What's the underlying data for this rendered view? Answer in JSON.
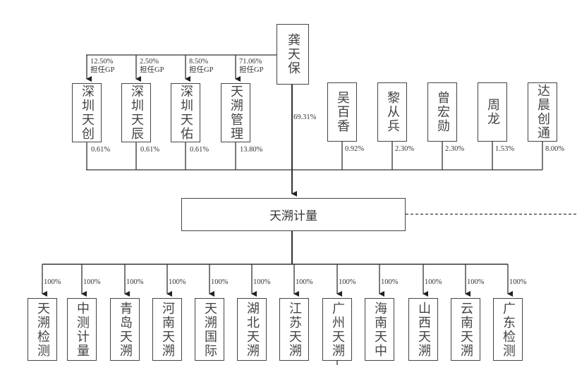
{
  "top_shareholder": {
    "name": "龚天保",
    "stake_in_company": "69.31%"
  },
  "partnerships": [
    {
      "name": "深圳天创",
      "gp_stake": "12.50%",
      "gp_label": "担任GP",
      "stake": "0.61%"
    },
    {
      "name": "深圳天辰",
      "gp_stake": "2.50%",
      "gp_label": "担任GP",
      "stake": "0.61%"
    },
    {
      "name": "深圳天佑",
      "gp_stake": "8.50%",
      "gp_label": "担任GP",
      "stake": "0.61%"
    },
    {
      "name": "天溯管理",
      "gp_stake": "71.06%",
      "gp_label": "担任GP",
      "stake": "13.80%"
    }
  ],
  "other_shareholders": [
    {
      "name": "吴百香",
      "stake": "0.92%"
    },
    {
      "name": "黎从兵",
      "stake": "2.30%"
    },
    {
      "name": "曾宏勋",
      "stake": "2.30%"
    },
    {
      "name": "周龙",
      "stake": "1.53%"
    },
    {
      "name": "达晨创通",
      "stake": "8.00%"
    }
  ],
  "company": {
    "name": "天溯计量"
  },
  "subsidiaries": [
    {
      "name": "天溯检测",
      "stake": "100%"
    },
    {
      "name": "中测计量",
      "stake": "100%"
    },
    {
      "name": "青岛天溯",
      "stake": "100%"
    },
    {
      "name": "河南天溯",
      "stake": "100%"
    },
    {
      "name": "天溯国际",
      "stake": "100%"
    },
    {
      "name": "湖北天溯",
      "stake": "100%"
    },
    {
      "name": "江苏天溯",
      "stake": "100%"
    },
    {
      "name": "广州天溯",
      "stake": "100%"
    },
    {
      "name": "海南天中",
      "stake": "100%"
    },
    {
      "name": "山西天溯",
      "stake": "100%"
    },
    {
      "name": "云南天溯",
      "stake": "100%"
    },
    {
      "name": "广东检测",
      "stake": "100%"
    }
  ]
}
